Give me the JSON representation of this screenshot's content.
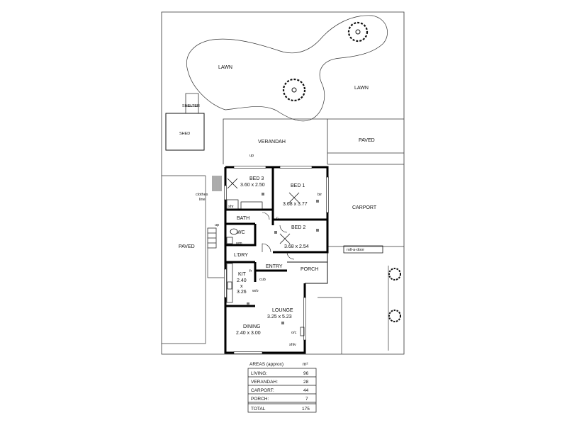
{
  "labels": {
    "lawn_left": "LAWN",
    "lawn_right": "LAWN",
    "shelter": "SHELTER",
    "shed": "SHED",
    "verandah": "VERANDAH",
    "paved_top": "PAVED",
    "paved_left": "PAVED",
    "carport": "CARPORT",
    "roll_a_door": "roll-a-door",
    "clothes_line_1": "clothes",
    "clothes_line_2": "line",
    "up_top": "up",
    "up_left": "up",
    "bed3_name": "BED 3",
    "bed3_size": "3.60 x 2.50",
    "bed1_name": "BED 1",
    "bed1_size": "3.68 x 3.77",
    "bir": "bir",
    "shr": "shr",
    "bath": "BATH",
    "c": "c",
    "wc": "WC",
    "wm": "wm",
    "bed2_name": "BED 2",
    "bed2_size": "3.68 x 2.54",
    "ldry": "L'DRY",
    "entry": "ENTRY",
    "porch": "PORCH",
    "kit_name": "KIT",
    "kit_size_1": "2.40",
    "kit_size_2": "x",
    "kit_size_3": "3.26",
    "fr": "fr",
    "cub": "cub",
    "wo": "w/o",
    "lounge_name": "LOUNGE",
    "lounge_size": "3.25 x 5.23",
    "dining_name": "DINING",
    "dining_size": "2.40 x 3.00",
    "oc": "o/c",
    "shv": "shlv"
  },
  "areas_table": {
    "header": "AREAS (approx)",
    "unit": "m²",
    "rows": [
      {
        "label": "LIVING:",
        "value": "96"
      },
      {
        "label": "VERANDAH:",
        "value": "28"
      },
      {
        "label": "CARPORT:",
        "value": "44"
      },
      {
        "label": "PORCH:",
        "value": "7"
      }
    ],
    "total_label": "TOTAL",
    "total_value": "175"
  }
}
